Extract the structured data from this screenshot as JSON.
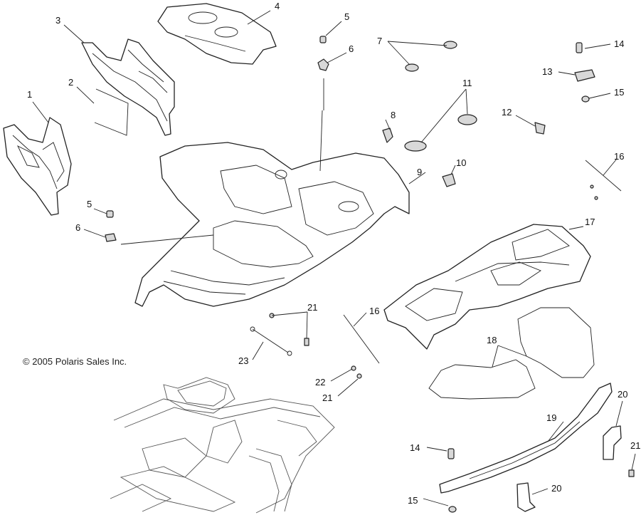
{
  "copyright": "© 2005 Polaris Sales Inc.",
  "callouts": [
    {
      "id": "c1",
      "text": "1"
    },
    {
      "id": "c2",
      "text": "2"
    },
    {
      "id": "c3",
      "text": "3"
    },
    {
      "id": "c4",
      "text": "4"
    },
    {
      "id": "c5a",
      "text": "5"
    },
    {
      "id": "c6a",
      "text": "6"
    },
    {
      "id": "c7",
      "text": "7"
    },
    {
      "id": "c8",
      "text": "8"
    },
    {
      "id": "c9",
      "text": "9"
    },
    {
      "id": "c10",
      "text": "10"
    },
    {
      "id": "c11",
      "text": "11"
    },
    {
      "id": "c12",
      "text": "12"
    },
    {
      "id": "c13",
      "text": "13"
    },
    {
      "id": "c14a",
      "text": "14"
    },
    {
      "id": "c15a",
      "text": "15"
    },
    {
      "id": "c16a",
      "text": "16"
    },
    {
      "id": "c17",
      "text": "17"
    },
    {
      "id": "c5b",
      "text": "5"
    },
    {
      "id": "c6b",
      "text": "6"
    },
    {
      "id": "c21a",
      "text": "21"
    },
    {
      "id": "c16b",
      "text": "16"
    },
    {
      "id": "c18",
      "text": "18"
    },
    {
      "id": "c23",
      "text": "23"
    },
    {
      "id": "c22",
      "text": "22"
    },
    {
      "id": "c21b",
      "text": "21"
    },
    {
      "id": "c20a",
      "text": "20"
    },
    {
      "id": "c19",
      "text": "19"
    },
    {
      "id": "c14b",
      "text": "14"
    },
    {
      "id": "c21c",
      "text": "21"
    },
    {
      "id": "c20b",
      "text": "20"
    },
    {
      "id": "c15b",
      "text": "15"
    }
  ]
}
